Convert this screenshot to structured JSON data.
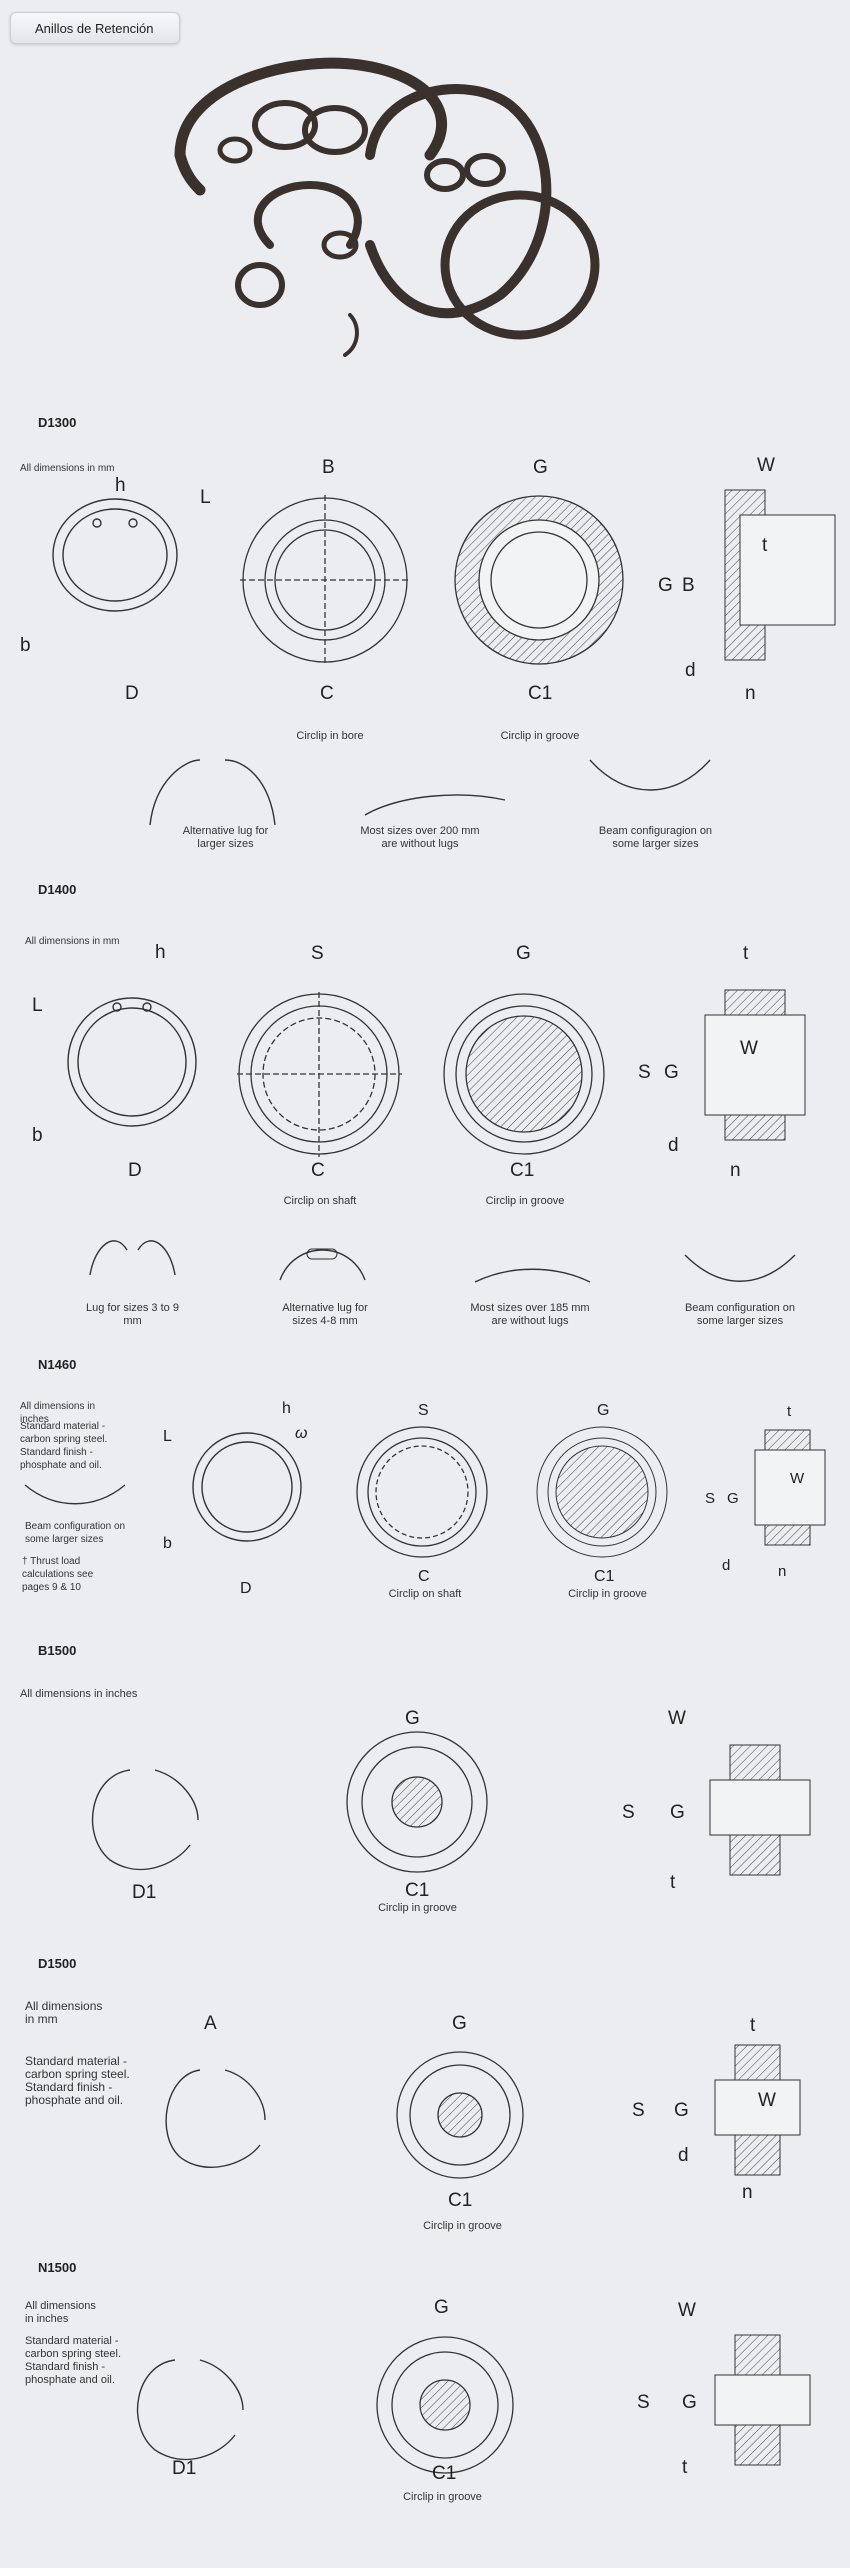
{
  "tab": {
    "label": "Anillos de Retención"
  },
  "sections": {
    "d1300": {
      "title": "D1300",
      "note": "All dimensions in mm",
      "letters": {
        "h": "h",
        "L": "L",
        "b": "b",
        "D": "D",
        "B": "B",
        "C": "C",
        "G": "G",
        "C1": "C1",
        "W": "W",
        "t": "t",
        "d": "d",
        "n": "n"
      },
      "cap_bore": "Circlip in bore",
      "cap_groove": "Circlip in groove",
      "cap_lug": "Alternative lug for larger sizes",
      "cap_200": "Most sizes over 200 mm are without lugs",
      "cap_beam": "Beam configuragion on some larger sizes"
    },
    "d1400": {
      "title": "D1400",
      "note": "All dimensions in mm",
      "letters": {
        "h": "h",
        "L": "L",
        "b": "b",
        "D": "D",
        "S": "S",
        "C": "C",
        "G": "G",
        "C1": "C1",
        "t": "t",
        "W": "W",
        "d": "d",
        "n": "n"
      },
      "cap_shaft": "Circlip on shaft",
      "cap_groove": "Circlip in groove",
      "cap_lug39": "Lug for sizes 3 to 9 mm",
      "cap_lug48": "Alternative lug for sizes 4-8 mm",
      "cap_185": "Most sizes over 185 mm are without lugs",
      "cap_beam": "Beam configuration on some larger sizes"
    },
    "n1460": {
      "title": "N1460",
      "note": "All dimensions in inches",
      "material": "Standard material - carbon spring steel. Standard finish - phosphate and oil.",
      "beam": "Beam configuration on some larger sizes",
      "thrust": "† Thrust load calculations see pages 9 & 10",
      "letters": {
        "h": "h",
        "L": "L",
        "w": "ω",
        "b": "b",
        "D": "D",
        "S": "S",
        "C": "C",
        "G": "G",
        "C1": "C1",
        "t": "t",
        "W": "W",
        "d": "d",
        "n": "n"
      },
      "cap_shaft": "Circlip on shaft",
      "cap_groove": "Circlip in groove"
    },
    "b1500": {
      "title": "B1500",
      "note": "All dimensions in inches",
      "letters": {
        "D1": "D1",
        "G": "G",
        "C1": "C1",
        "W": "W",
        "S": "S",
        "t": "t"
      },
      "cap_groove": "Circlip in groove"
    },
    "d1500": {
      "title": "D1500",
      "note": "All dimensions in mm",
      "material": "Standard material - carbon spring steel. Standard finish - phosphate and oil.",
      "letters": {
        "A": "A",
        "G": "G",
        "C1": "C1",
        "t": "t",
        "S": "S",
        "W": "W",
        "d": "d",
        "n": "n"
      },
      "cap_groove": "Circlip in groove"
    },
    "n1500": {
      "title": "N1500",
      "note": "All dimensions in inches",
      "material": "Standard material - carbon spring steel. Standard finish - phosphate and oil.",
      "letters": {
        "D1": "D1",
        "G": "G",
        "C1": "C1",
        "W": "W",
        "S": "S",
        "t": "t"
      },
      "cap_groove": "Circlip in groove"
    }
  }
}
